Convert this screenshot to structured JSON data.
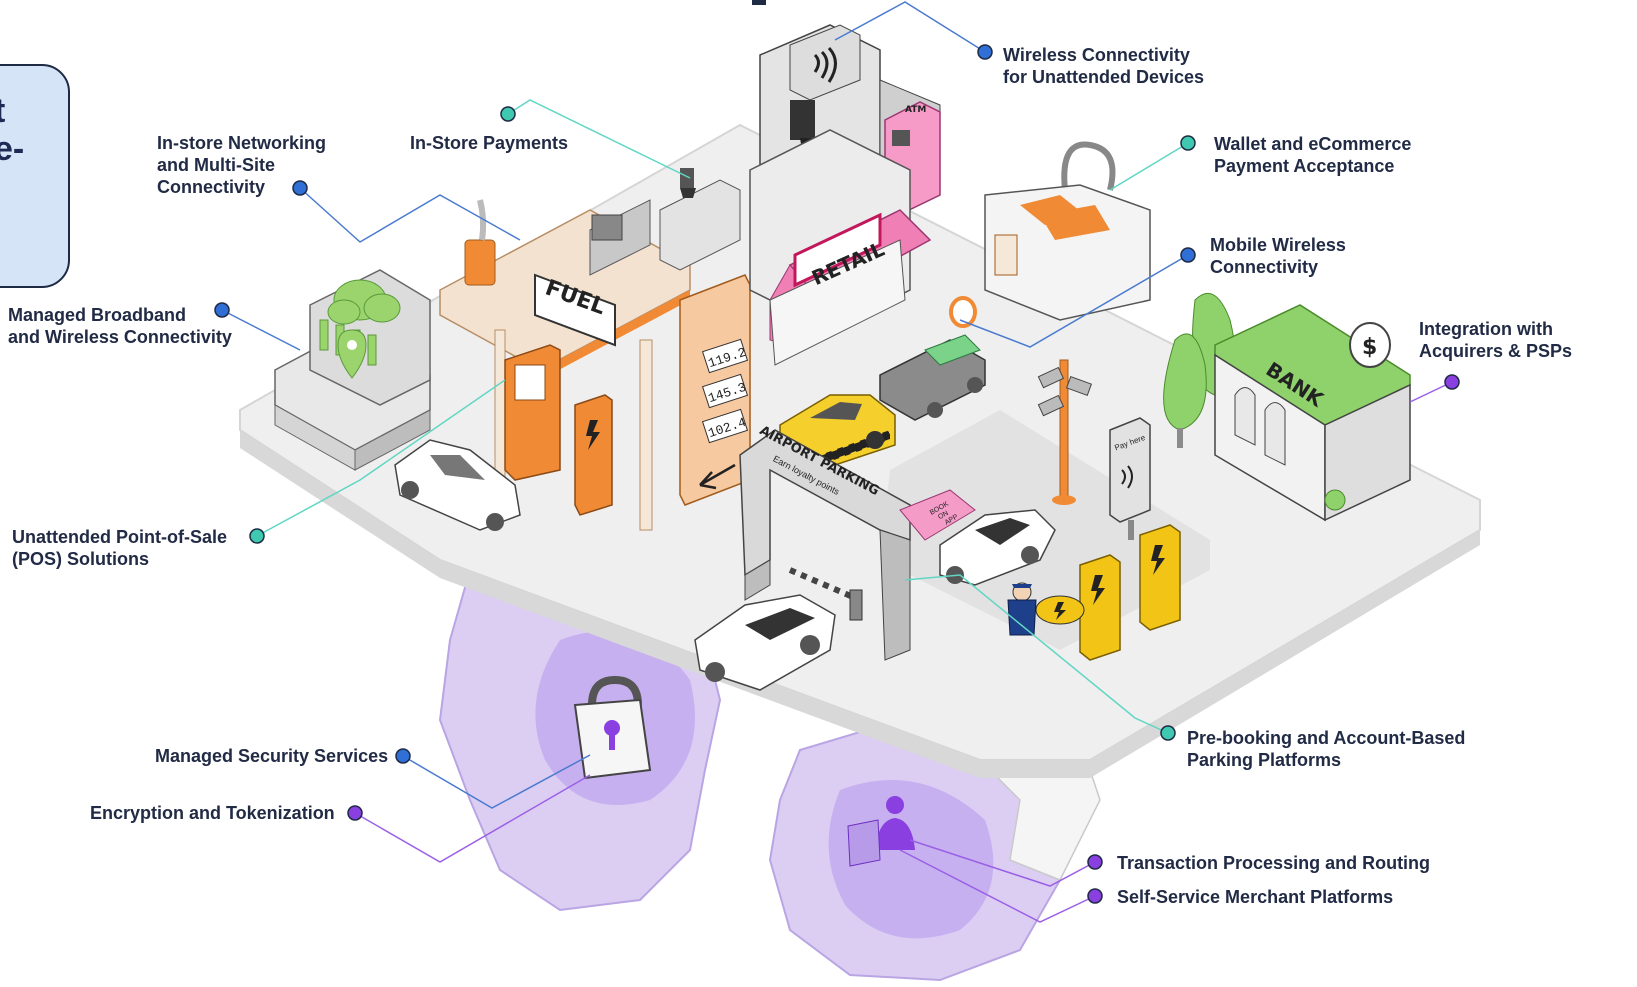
{
  "callout": {
    "text": "t\ne-"
  },
  "labels": {
    "wireless_unattended": [
      "Wireless Connectivity",
      "for Unattended Devices"
    ],
    "in_store_networking": [
      "In-store Networking",
      "and Multi-Site",
      "Connectivity"
    ],
    "in_store_payments": [
      "In-Store Payments"
    ],
    "wallet_ecommerce": [
      "Wallet and eCommerce",
      "Payment Acceptance"
    ],
    "mobile_wireless": [
      "Mobile Wireless",
      "Connectivity"
    ],
    "managed_broadband": [
      "Managed Broadband",
      "and Wireless Connectivity"
    ],
    "integration_acquirers": [
      "Integration with",
      "Acquirers & PSPs"
    ],
    "unattended_pos": [
      "Unattended Point-of-Sale",
      "(POS) Solutions"
    ],
    "pre_booking": [
      "Pre-booking and Account-Based",
      "Parking Platforms"
    ],
    "managed_security": [
      "Managed Security Services"
    ],
    "encryption": [
      "Encryption and Tokenization"
    ],
    "transaction_processing": [
      "Transaction Processing and Routing"
    ],
    "self_service": [
      "Self-Service Merchant Platforms"
    ]
  },
  "signs": {
    "fuel": "FUEL",
    "retail": "RETAIL",
    "bank": "BANK",
    "atm": "ATM",
    "airport_parking": "AIRPORT PARKING",
    "earn_loyalty": "Earn loyalty points",
    "pay_here": "Pay here",
    "book_on_app": [
      "BOOK",
      "ON",
      "APP"
    ],
    "dollar": "$",
    "prices": [
      "119.2",
      "145.3",
      "102.4"
    ]
  },
  "colors": {
    "dot_blue": "#2f6fd6",
    "dot_teal": "#3ec9b0",
    "dot_purple": "#8a3fe0",
    "line_blue": "#4a7bd0",
    "line_teal": "#5fd6c4",
    "line_purple": "#9a5fe6",
    "platform": "#efefef",
    "gear": "#dccdf3",
    "fuel_orange": "#f08a34",
    "retail_pink": "#f07fb6",
    "bank_green": "#8fd16a",
    "taxi_yellow": "#f5cf2b",
    "charger_yellow": "#f2c416"
  },
  "icons": [
    "lock-icon",
    "cloud-icon",
    "location-pin-icon",
    "contactless-icon",
    "dollar-icon",
    "lightning-icon",
    "cart-icon",
    "coffee-icon"
  ]
}
